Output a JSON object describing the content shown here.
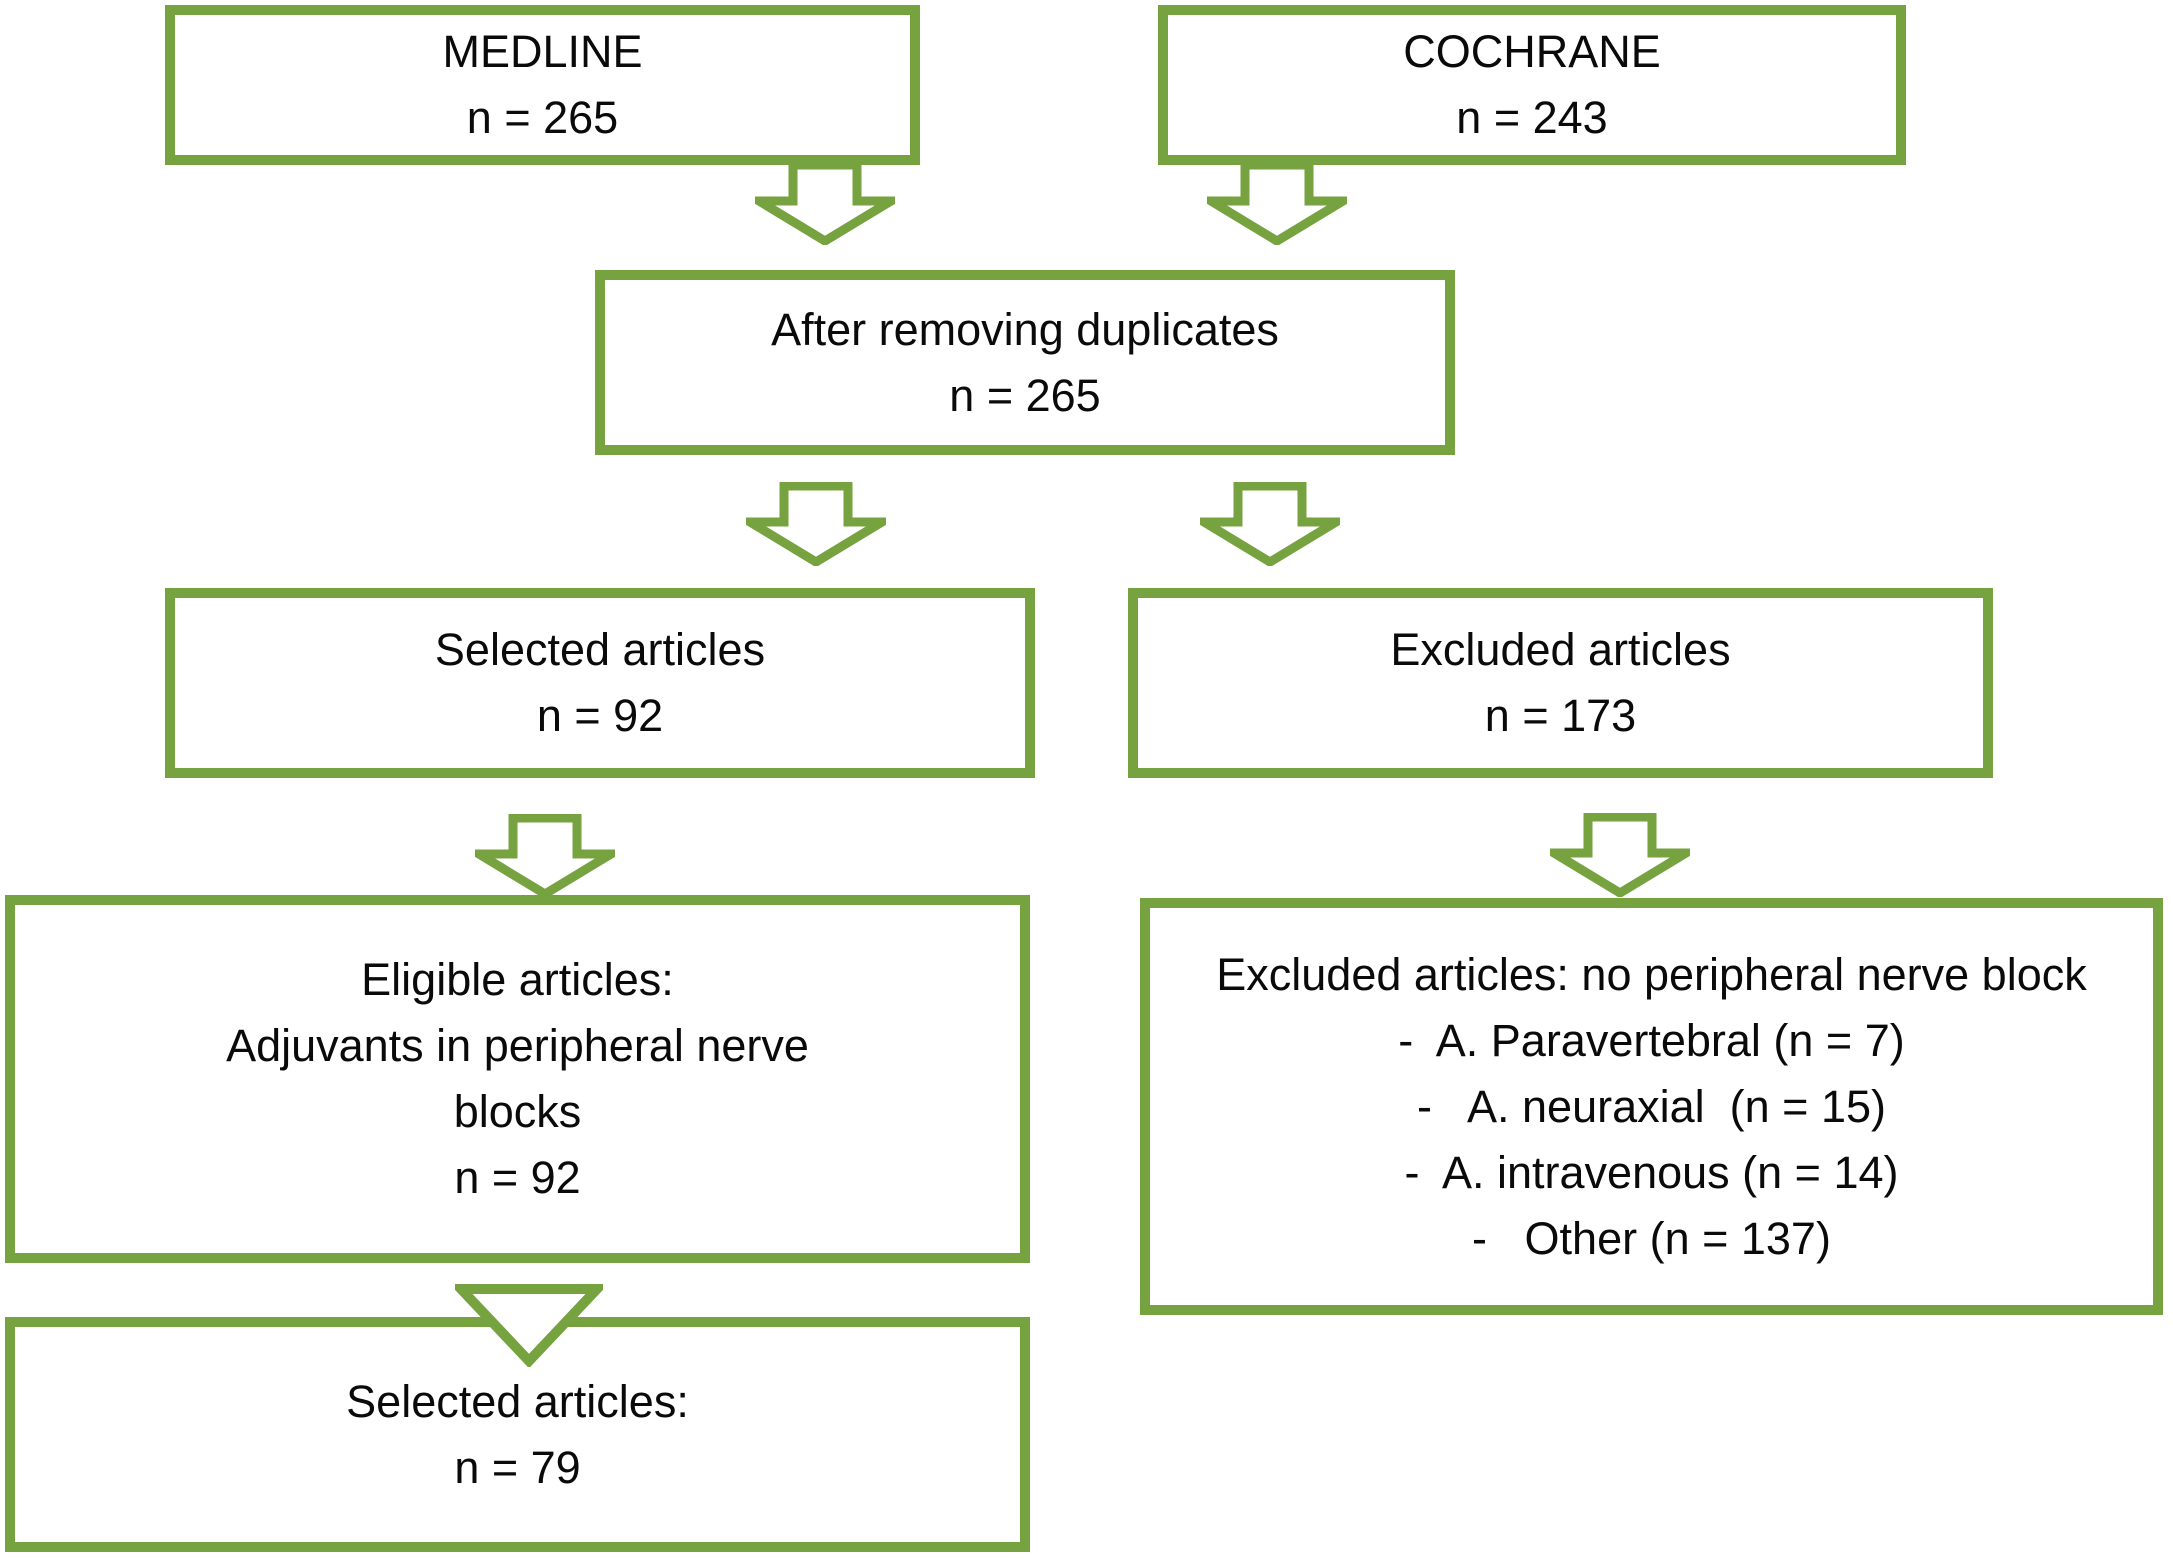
{
  "colors": {
    "box_border_green": "#76a33f",
    "arrow_green": "#76a33f",
    "text_black": "#0a0a0a",
    "background": "#ffffff"
  },
  "boxes": {
    "medline": {
      "lines": [
        "MEDLINE",
        "n = 265"
      ]
    },
    "cochrane": {
      "lines": [
        "COCHRANE",
        "n = 243"
      ]
    },
    "duplicates": {
      "lines": [
        "After removing duplicates",
        "n = 265"
      ]
    },
    "selected": {
      "lines": [
        "Selected articles",
        "n = 92"
      ]
    },
    "excluded": {
      "lines": [
        "Excluded articles",
        "n = 173"
      ]
    },
    "eligible": {
      "lines": [
        "Eligible articles:",
        "Adjuvants in peripheral nerve",
        "blocks",
        "n = 92"
      ]
    },
    "excluded_detail": {
      "lines": [
        "Excluded articles: no peripheral nerve block",
        "-  A. Paravertebral (n = 7)",
        "-   A. neuraxial  (n = 15)",
        "-  A. intravenous (n = 14)",
        "-   Other (n = 137)"
      ]
    },
    "final": {
      "lines": [
        "Selected articles:",
        "n = 79"
      ]
    }
  }
}
